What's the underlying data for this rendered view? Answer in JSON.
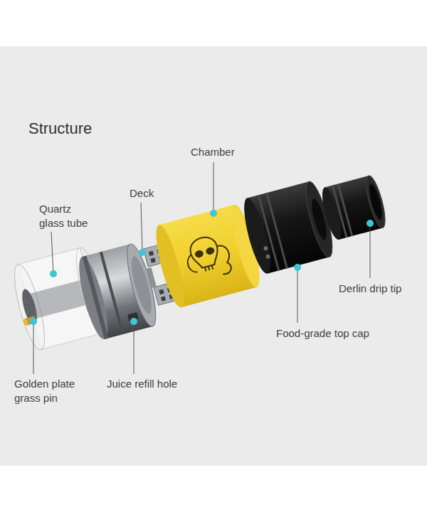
{
  "diagram": {
    "title": "Structure",
    "labels": [
      "Chamber",
      "Quartz glass tube",
      "Deck",
      "Derlin drip tip",
      "Food-grade top cap",
      "Golden plate grass pin",
      "Juice refill hole"
    ]
  }
}
